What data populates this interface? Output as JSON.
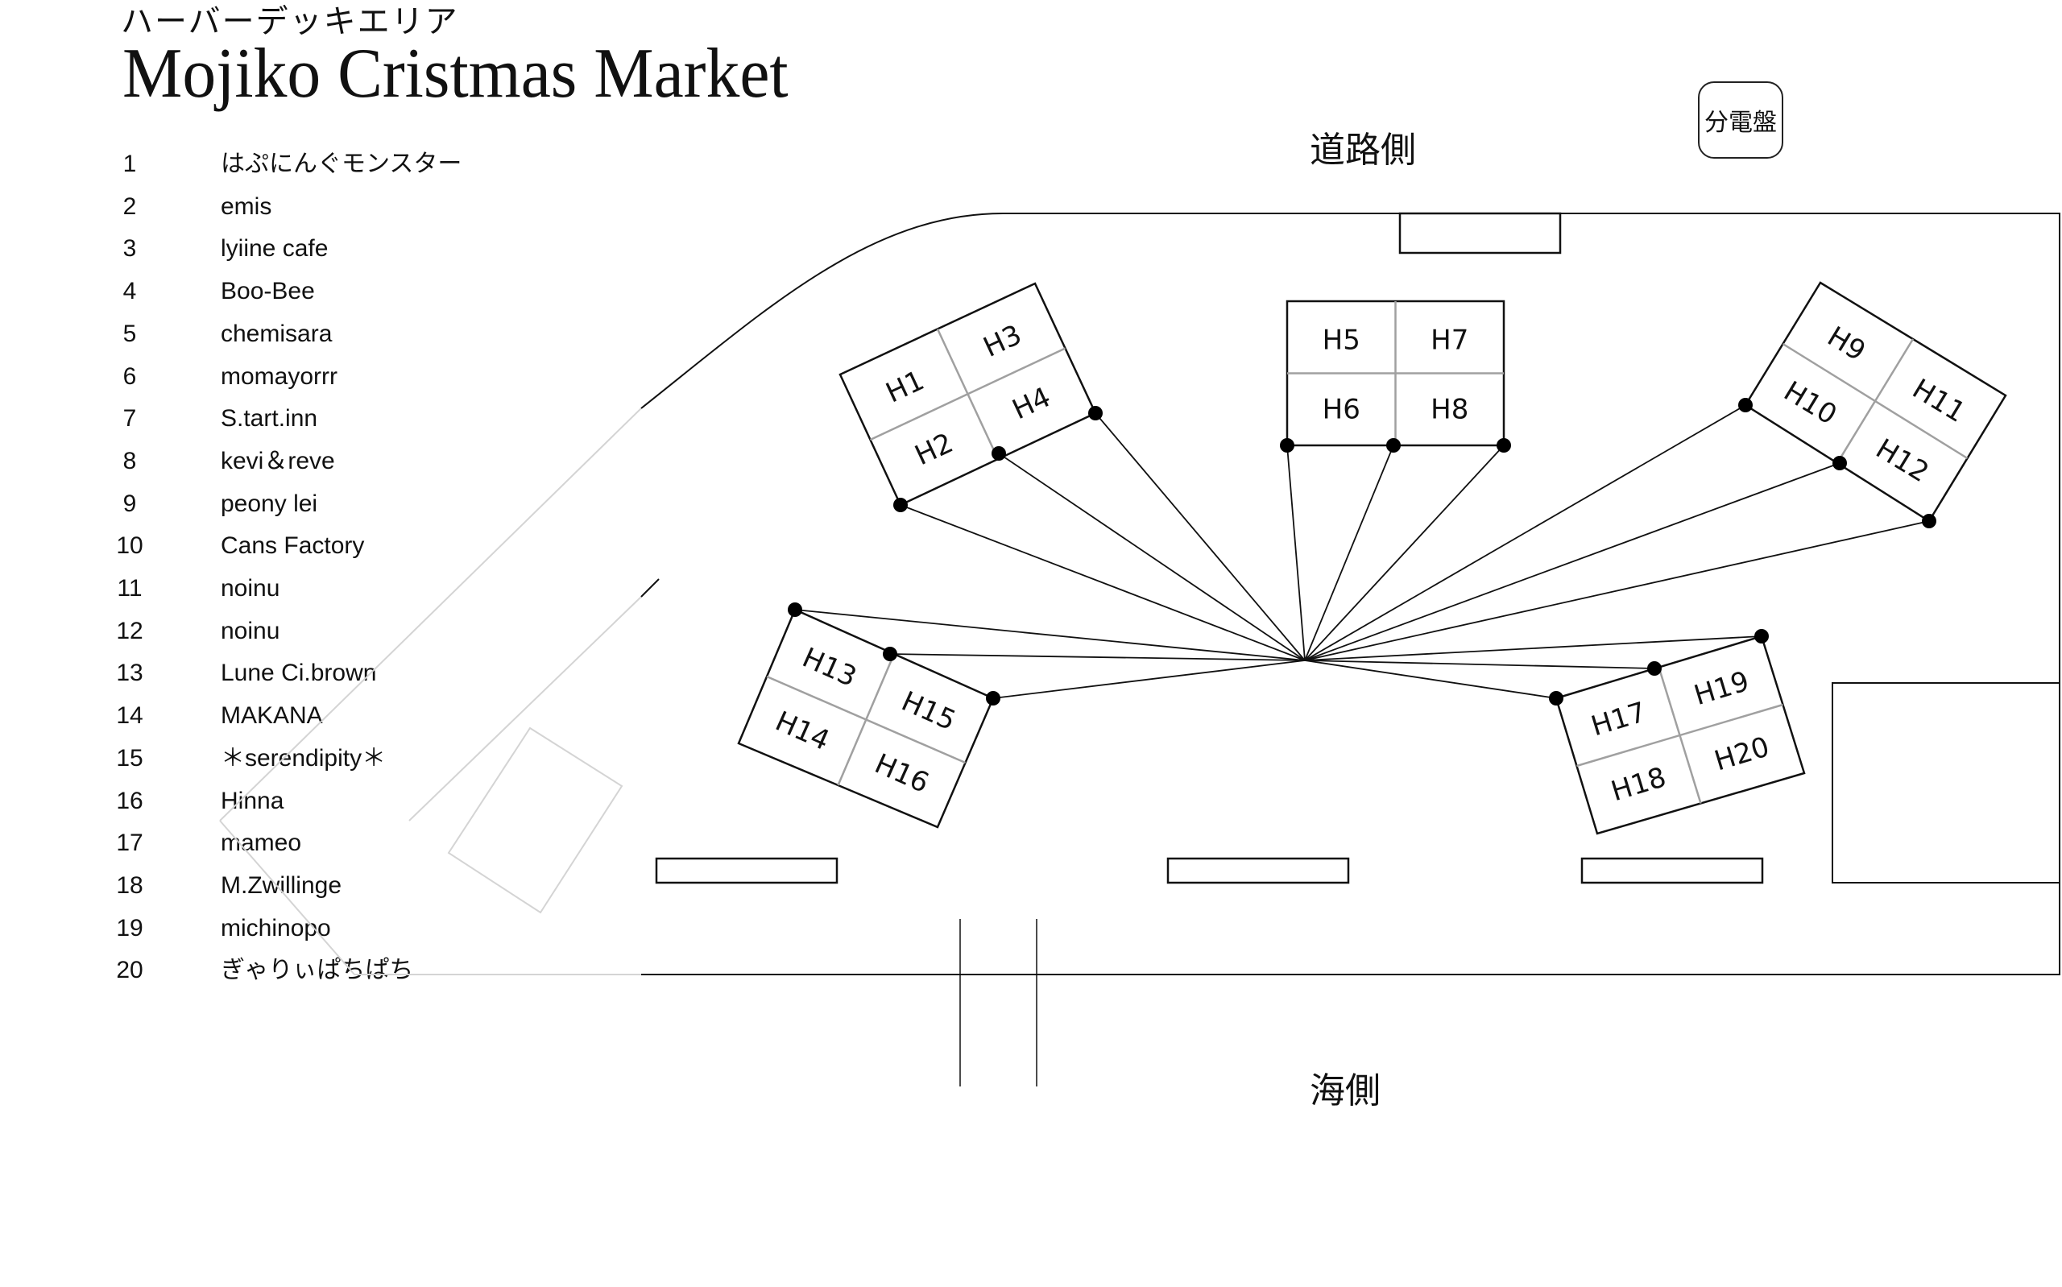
{
  "header": {
    "area_label": "ハーバーデッキエリア",
    "title": "Mojiko Cristmas Market"
  },
  "vendors": [
    {
      "num": "1",
      "name": "はぷにんぐモンスター"
    },
    {
      "num": "2",
      "name": "emis"
    },
    {
      "num": "3",
      "name": "lyiine cafe"
    },
    {
      "num": "4",
      "name": "Boo-Bee"
    },
    {
      "num": "5",
      "name": "chemisara"
    },
    {
      "num": "6",
      "name": "momayorrr"
    },
    {
      "num": "7",
      "name": "S.tart.inn"
    },
    {
      "num": "8",
      "name": "kevi＆reve"
    },
    {
      "num": "9",
      "name": "peony  lei"
    },
    {
      "num": "10",
      "name": "Cans Factory"
    },
    {
      "num": "11",
      "name": "noinu"
    },
    {
      "num": "12",
      "name": "noinu"
    },
    {
      "num": "13",
      "name": "Lune Ci.brown"
    },
    {
      "num": "14",
      "name": "MAKANA"
    },
    {
      "num": "15",
      "name": "＊serendipity＊"
    },
    {
      "num": "16",
      "name": "Hinna"
    },
    {
      "num": "17",
      "name": "mameo"
    },
    {
      "num": "18",
      "name": "M.Zwillinge"
    },
    {
      "num": "19",
      "name": "michinopo"
    },
    {
      "num": "20",
      "name": "ぎゃりぃぱちぱち"
    }
  ],
  "map": {
    "road_side_label": "道路側",
    "sea_side_label": "海側",
    "power_panel_label": "分電盤",
    "booth_blocks": [
      {
        "id": "block-a",
        "booths": [
          "H1",
          "H2",
          "H3",
          "H4"
        ]
      },
      {
        "id": "block-b",
        "booths": [
          "H5",
          "H6",
          "H7",
          "H8"
        ]
      },
      {
        "id": "block-c",
        "booths": [
          "H9",
          "H10",
          "H11",
          "H12"
        ]
      },
      {
        "id": "block-d",
        "booths": [
          "H13",
          "H14",
          "H15",
          "H16"
        ]
      },
      {
        "id": "block-e",
        "booths": [
          "H17",
          "H18",
          "H19",
          "H20"
        ]
      }
    ],
    "colors": {
      "line": "#111111",
      "divider": "#a0a0a0",
      "faint": "#d4d4d4"
    }
  }
}
